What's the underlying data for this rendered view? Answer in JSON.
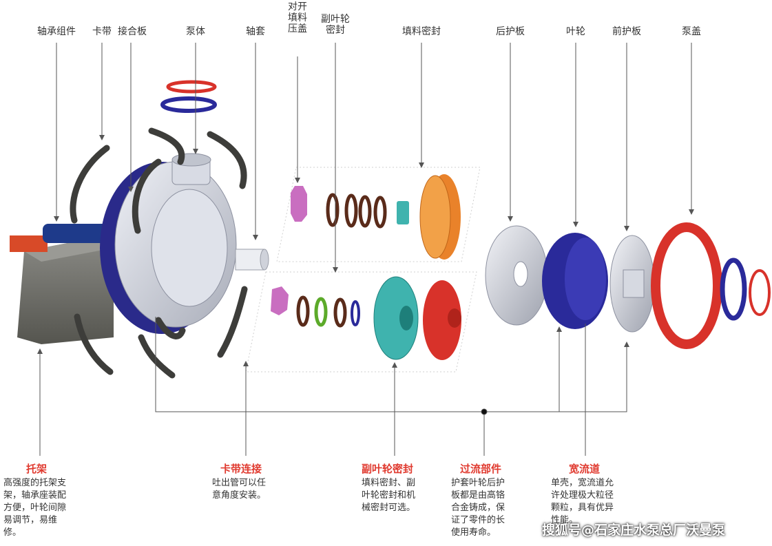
{
  "labels": {
    "bearing_assembly": "轴承组件",
    "clamp_band": "卡带",
    "adapter_plate": "接合板",
    "pump_body": "泵体",
    "shaft_sleeve": "轴套",
    "split_gland_line1": "对开",
    "split_gland_line2": "填料",
    "split_gland_line3": "压盖",
    "expeller_seal_line1": "副叶轮",
    "expeller_seal_line2": "密封",
    "packing_seal": "填料密封",
    "back_liner": "后护板",
    "impeller": "叶轮",
    "front_liner": "前护板",
    "pump_cover": "泵盖"
  },
  "callouts": {
    "frame": {
      "title": "托架",
      "desc": "高强度的托架支\n架，轴承座装配\n方便，叶轮间隙\n易调节，易维\n修。"
    },
    "clamp": {
      "title": "卡带连接",
      "desc": "吐出管可以任\n意角度安装。"
    },
    "expeller": {
      "title": "副叶轮密封",
      "desc": "填料密封、副\n叶轮密封和机\n械密封可选。"
    },
    "wet_parts": {
      "title": "过流部件",
      "desc": "护套叶轮后护\n板都是由高铬\n合金铸成，保\n证了零件的长\n使用寿命。"
    },
    "wide_passage": {
      "title": "宽流道",
      "desc": "单壳，宽流道允\n许处理极大粒径\n颗粒，具有优异\n性能。"
    }
  },
  "watermark": "搜狐号@石家庄水泵总厂沃曼泵",
  "colors": {
    "accent_red": "#e03a2f",
    "pump_body_gray": "#c9ccd6",
    "impeller_blue": "#2a2a9a",
    "orange_part": "#e9822a",
    "teal_part": "#3fb3ae",
    "red_part": "#d8322a",
    "frame_gray": "#6e6e6a"
  }
}
